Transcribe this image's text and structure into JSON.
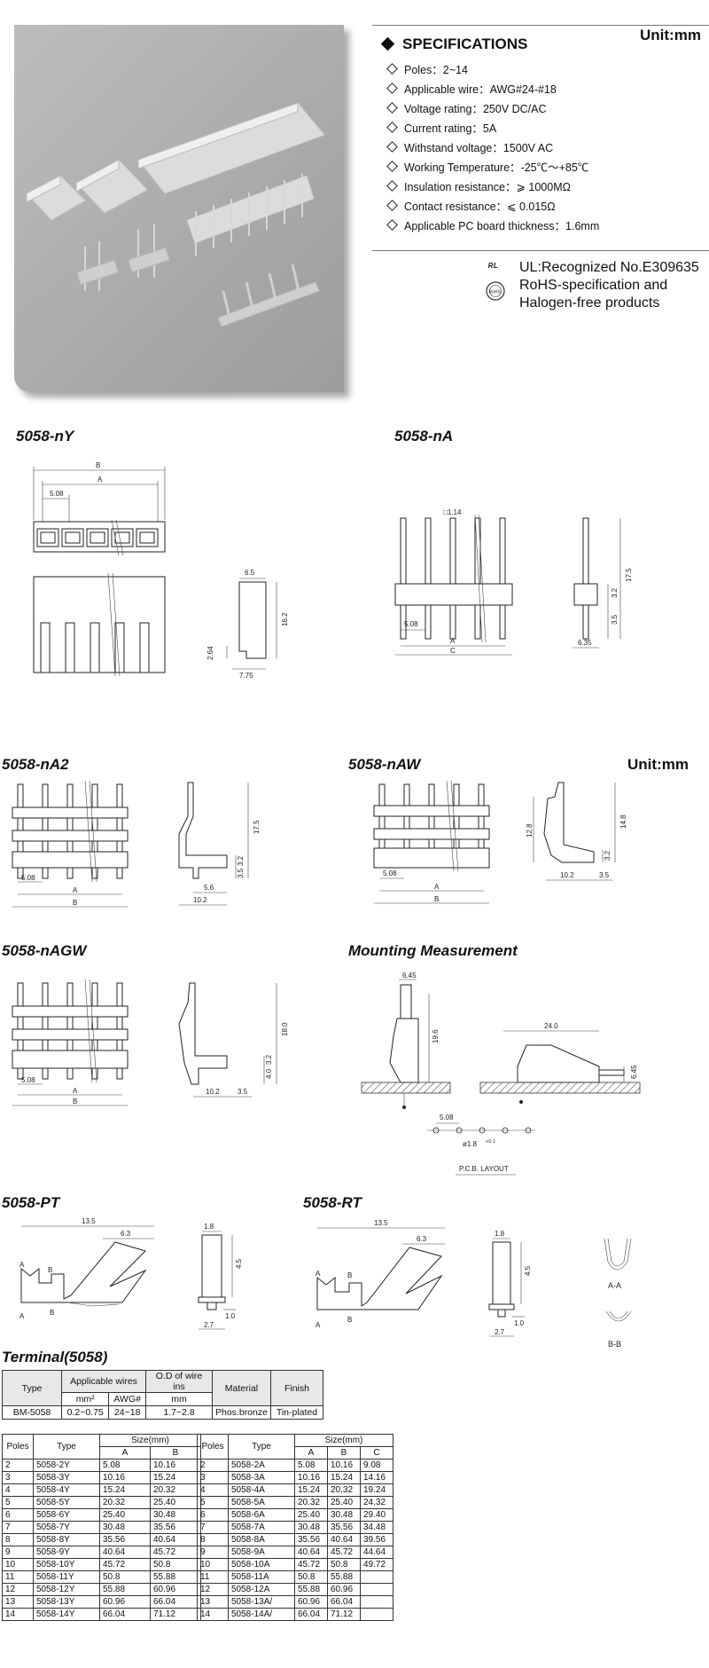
{
  "header": {
    "unit_label": "Unit:mm",
    "spec_title": "SPECIFICATIONS",
    "specs": [
      "Poles：2~14",
      "Applicable wire：AWG#24-#18",
      "Voltage rating：250V DC/AC",
      "Current rating：5A",
      "Withstand voltage：1500V AC",
      "Working Temperature：-25℃～+85℃",
      "Insulation resistance：⩾ 1000MΩ",
      "Contact resistance：⩽ 0.015Ω",
      "Applicable PC board thickness：1.6mm"
    ],
    "cert_ul": "UL:Recognized No.E309635",
    "cert_rohs_1": "RoHS-specification and",
    "cert_rohs_2": "Halogen-free products",
    "ul_mark": "ᴿᴸ",
    "rohs_mark": "RoHS"
  },
  "sections": {
    "nY": "5058-nY",
    "nA": "5058-nA",
    "nA2": "5058-nA2",
    "nAW": "5058-nAW",
    "nAGW": "5058-nAGW",
    "mount": "Mounting Measurement",
    "PT": "5058-PT",
    "RT": "5058-RT",
    "terminal": "Terminal(5058)",
    "unit_mid": "Unit:mm"
  },
  "dims": {
    "nY": {
      "B": "B",
      "A": "A",
      "p": "5.08",
      "w": "6.5",
      "h": "16.2",
      "s": "2.64",
      "b": "7.75"
    },
    "nA": {
      "pin": "□1.14",
      "h": "17.5",
      "t": "3.2",
      "l": "3.5",
      "p": "5.08",
      "A": "A",
      "C": "C",
      "w": "6.35"
    },
    "nA2": {
      "p": "5.08",
      "A": "A",
      "B": "B",
      "h": "17.5",
      "t": "3.2",
      "l": "3.5",
      "d1": "5.6",
      "d2": "10.2"
    },
    "nAW": {
      "p": "5.08",
      "A": "A",
      "B": "B",
      "h1": "12.8",
      "h2": "14.8",
      "t": "3.2",
      "d1": "10.2",
      "d2": "3.5"
    },
    "nAGW": {
      "p": "5.08",
      "A": "A",
      "B": "B",
      "h": "18.0",
      "t": "3.2",
      "l": "4.0",
      "d1": "10.2",
      "d2": "3.5"
    },
    "mount": {
      "a": "6.45",
      "b": "19.6",
      "c": "24.0",
      "d": "6.45",
      "p": "5.08",
      "hole": "ø1.8",
      "tol": "+0.1",
      "pcb": "P.C.B. LAYOUT"
    },
    "PT": {
      "a": "13.5",
      "b": "6.3",
      "h": "4.5",
      "w": "1.8",
      "t": "1.0",
      "b2": "2.7",
      "A": "A",
      "B": "B"
    },
    "RT": {
      "a": "13.5",
      "b": "6.3",
      "h": "4.5",
      "w": "1.8",
      "t": "1.0",
      "b2": "2.7",
      "A": "A",
      "B": "B",
      "AA": "A-A",
      "BB": "B-B"
    }
  },
  "terminal_table": {
    "h_type": "Type",
    "h_wires": "Applicable wires",
    "h_od": "O.D of wire ins",
    "h_material": "Material",
    "h_finish": "Finish",
    "u_mm2": "mm²",
    "u_awg": "AWG#",
    "u_mm": "mm",
    "row": [
      "BM-5058",
      "0.2~0.75",
      "24~18",
      "1.7~2.8",
      "Phos.bronze",
      "Tin-plated"
    ]
  },
  "table_y": {
    "h_poles": "Poles",
    "h_type": "Type",
    "h_size": "Size(mm)",
    "h_a": "A",
    "h_b": "B",
    "rows": [
      [
        "2",
        "5058-2Y",
        "5.08",
        "10.16"
      ],
      [
        "3",
        "5058-3Y",
        "10.16",
        "15.24"
      ],
      [
        "4",
        "5058-4Y",
        "15.24",
        "20.32"
      ],
      [
        "5",
        "5058-5Y",
        "20.32",
        "25.40"
      ],
      [
        "6",
        "5058-6Y",
        "25.40",
        "30.48"
      ],
      [
        "7",
        "5058-7Y",
        "30.48",
        "35.56"
      ],
      [
        "8",
        "5058-8Y",
        "35.56",
        "40.64"
      ],
      [
        "9",
        "5058-9Y",
        "40.64",
        "45.72"
      ],
      [
        "10",
        "5058-10Y",
        "45.72",
        "50.8"
      ],
      [
        "11",
        "5058-11Y",
        "50.8",
        "55.88"
      ],
      [
        "12",
        "5058-12Y",
        "55.88",
        "60.96"
      ],
      [
        "13",
        "5058-13Y",
        "60.96",
        "66.04"
      ],
      [
        "14",
        "5058-14Y",
        "66.04",
        "71.12"
      ]
    ]
  },
  "table_a": {
    "h_poles": "Poles",
    "h_type": "Type",
    "h_size": "Size(mm)",
    "h_a": "A",
    "h_b": "B",
    "h_c": "C",
    "rows": [
      [
        "2",
        "5058-2A",
        "5.08",
        "10.16",
        "9.08"
      ],
      [
        "3",
        "5058-3A",
        "10.16",
        "15.24",
        "14.16"
      ],
      [
        "4",
        "5058-4A",
        "15.24",
        "20.32",
        "19.24"
      ],
      [
        "5",
        "5058-5A",
        "20.32",
        "25.40",
        "24.32"
      ],
      [
        "6",
        "5058-6A",
        "25.40",
        "30.48",
        "29.40"
      ],
      [
        "7",
        "5058-7A",
        "30.48",
        "35.56",
        "34.48"
      ],
      [
        "8",
        "5058-8A",
        "35.56",
        "40.64",
        "39.56"
      ],
      [
        "9",
        "5058-9A",
        "40.64",
        "45.72",
        "44.64"
      ],
      [
        "10",
        "5058-10A",
        "45.72",
        "50.8",
        "49.72"
      ],
      [
        "11",
        "5058-11A",
        "50.8",
        "55.88",
        ""
      ],
      [
        "12",
        "5058-12A",
        "55.88",
        "60.96",
        ""
      ],
      [
        "13",
        "5058-13A/",
        "60.96",
        "66.04",
        ""
      ],
      [
        "14",
        "5058-14A/",
        "66.04",
        "71.12",
        ""
      ]
    ]
  }
}
